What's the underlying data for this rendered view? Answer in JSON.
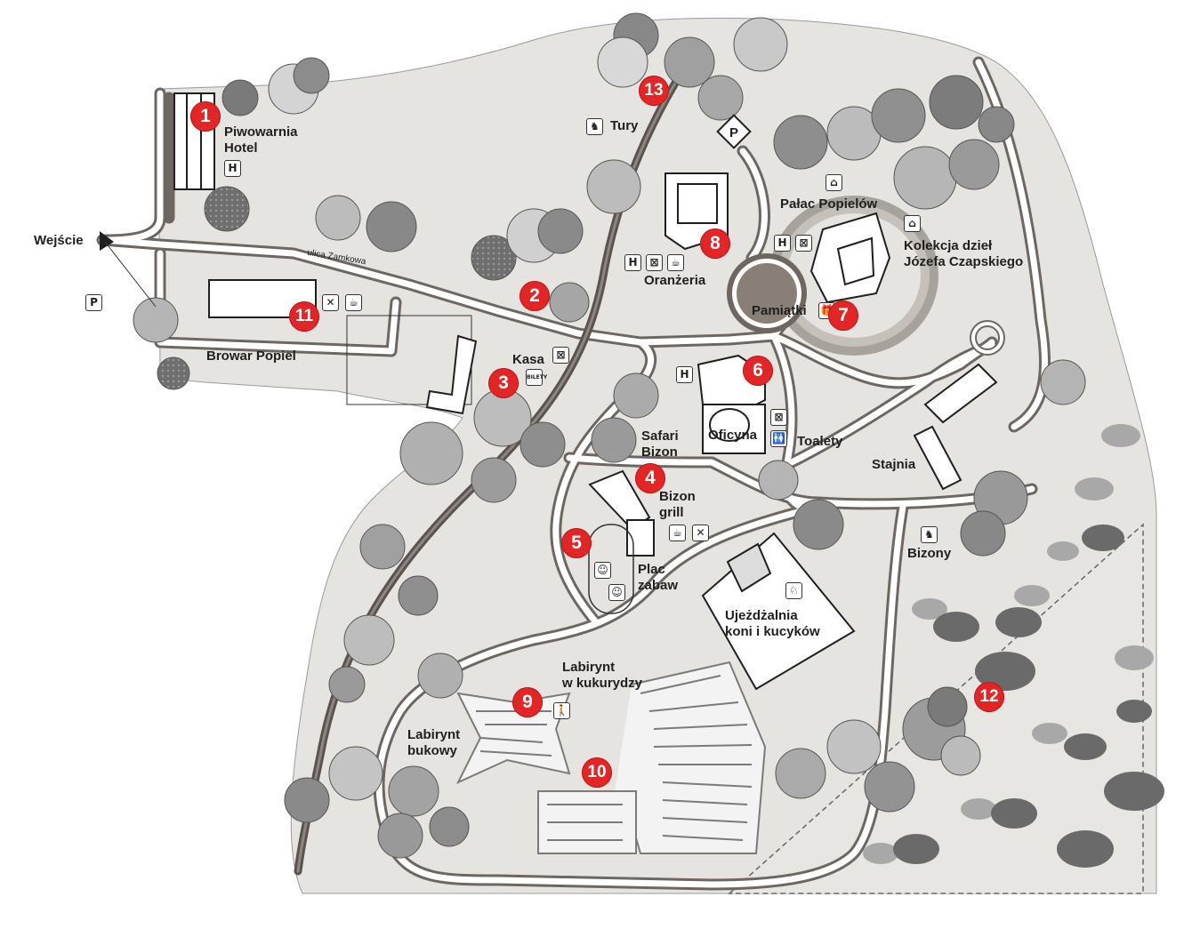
{
  "map": {
    "entrance_label": "Wejście",
    "street_label": "ulica Zamkowa",
    "colors": {
      "background": "#e6e4e1",
      "road_edge": "#6e6661",
      "road_fill": "#ffffff",
      "marker": "#e32526",
      "tree_dark": "#707070",
      "tree_light": "#c9c9c9",
      "bison_dark": "#6a6a6a",
      "bison_light": "#a8a8a8"
    },
    "markers": [
      {
        "number": "1"
      },
      {
        "number": "2"
      },
      {
        "number": "3"
      },
      {
        "number": "4"
      },
      {
        "number": "5"
      },
      {
        "number": "6"
      },
      {
        "number": "7"
      },
      {
        "number": "8"
      },
      {
        "number": "9"
      },
      {
        "number": "10"
      },
      {
        "number": "11"
      },
      {
        "number": "12"
      },
      {
        "number": "13"
      }
    ],
    "places": {
      "piwowarnia": "Piwowarnia",
      "hotel": "Hotel",
      "browar": "Browar Popiel",
      "kasa": "Kasa",
      "tury": "Tury",
      "palac": "Pałac Popielów",
      "kolekcja_line1": "Kolekcja dzieł",
      "kolekcja_line2": "Józefa Czapskiego",
      "oranzeria": "Oranżeria",
      "pamiatki": "Pamiątki",
      "oficyna": "Oficyna",
      "toalety": "Toalety",
      "safari_line1": "Safari",
      "safari_line2": "Bizon",
      "bizon_grill_line1": "Bizon",
      "bizon_grill_line2": "grill",
      "plac_line1": "Plac",
      "plac_line2": "zabaw",
      "stajnia": "Stajnia",
      "bizony": "Bizony",
      "ujezdzalnia_line1": "Ujeżdżalnia",
      "ujezdzalnia_line2": "koni i kucyków",
      "labirynt_kuk_line1": "Labirynt",
      "labirynt_kuk_line2": "w kukurydzy",
      "labirynt_buk_line1": "Labirynt",
      "labirynt_buk_line2": "bukowy"
    },
    "icons": {
      "hotel": "H",
      "parking": "P",
      "ticket": "BILETY",
      "museum": "museum-icon",
      "restaurant": "fork-knife-icon",
      "cafe": "cafe-icon",
      "shop": "gift-icon",
      "toilet": "toilet-icon",
      "bison": "bison-icon",
      "playground": "playground-icon",
      "walk": "walk-icon",
      "horse": "horse-icon",
      "atm": "atm-icon",
      "beer": "beer-icon"
    }
  }
}
